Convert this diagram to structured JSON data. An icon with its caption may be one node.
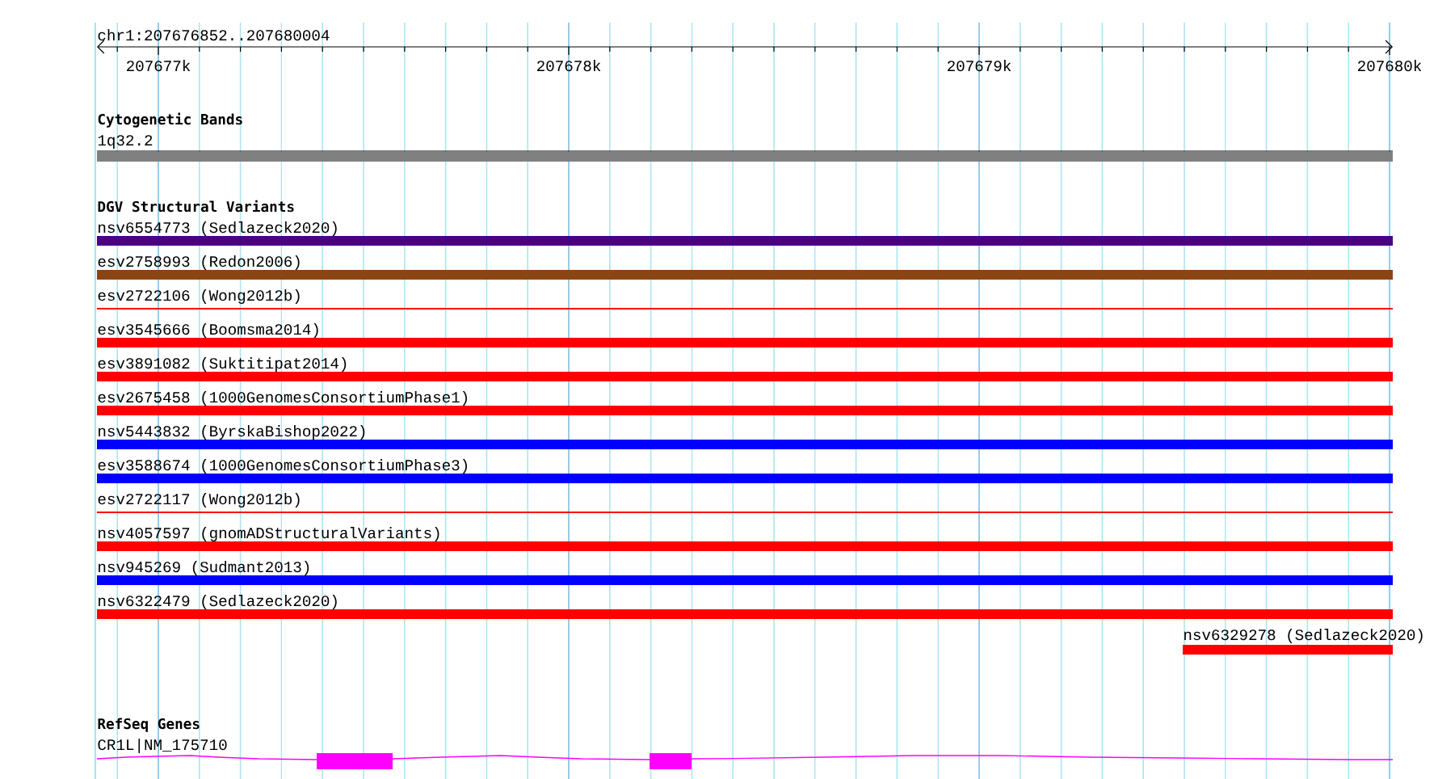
{
  "diagram": {
    "nodes": [
      {
        "text": [
          "1q32.2"
        ]
      },
      {
        "text": [
          "nsv6554773 (Sedlazeck2020)"
        ]
      },
      {
        "text": [
          "esv2758993 (Redon2006)"
        ]
      },
      {
        "text": [
          "esv2722106 (Wong2012b)"
        ]
      },
      {
        "text": [
          "esv3545666 (Boomsma2014)"
        ]
      },
      {
        "text": [
          "esv3891082 (Suktitipat2014)"
        ]
      },
      {
        "text": [
          "esv2675458 (1000GenomesConsortiumPhase1)"
        ]
      },
      {
        "text": [
          "nsv5443832 (ByrskaBishop2022)"
        ]
      },
      {
        "text": [
          "esv3588674 (1000GenomesConsortiumPhase3)"
        ]
      },
      {
        "text": [
          "esv2722117 (Wong2012b)"
        ]
      },
      {
        "text": [
          "nsv4057597 (gnomADStructuralVariants)"
        ]
      },
      {
        "text": [
          "nsv945269 (Sudmant2013)"
        ]
      },
      {
        "text": [
          "nsv6322479 (Sedlazeck2020)"
        ]
      },
      {
        "text": [
          "nsv6329278 (Sedlazeck2020)"
        ]
      },
      {
        "text": [
          "CR1L|NM_175710"
        ]
      }
    ],
    "labels": [
      "chr1:207676852..207680004",
      "207677k",
      "207678k",
      "207679k",
      "207680k",
      "Cytogenetic Bands",
      "DGV Structural Variants",
      "RefSeq Genes"
    ]
  }
}
